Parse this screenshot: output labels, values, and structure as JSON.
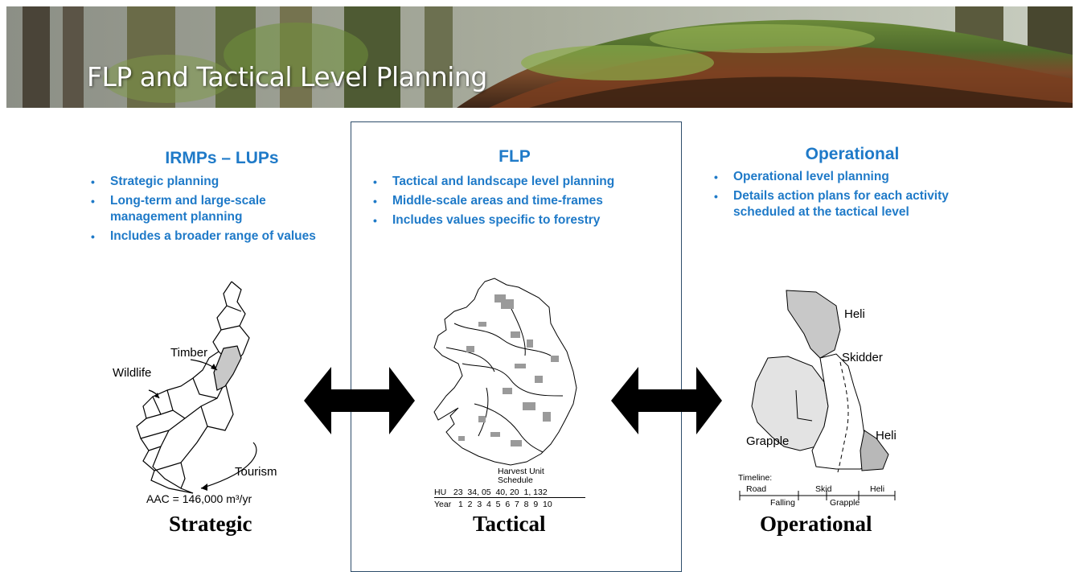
{
  "slide": {
    "title": "FLP and Tactical Level Planning"
  },
  "columns": [
    {
      "heading": "IRMPs – LUPs",
      "bullets": [
        "Strategic planning",
        "Long-term and large-scale management planning",
        "Includes a broader range of values"
      ]
    },
    {
      "heading": "FLP",
      "bullets": [
        "Tactical and landscape level planning",
        "Middle-scale areas and time-frames",
        "Includes values specific to forestry"
      ]
    },
    {
      "heading": "Operational",
      "bullets": [
        "Operational level planning",
        "Details action plans for each activity scheduled at the tactical level"
      ]
    }
  ],
  "strategic_map": {
    "labels": {
      "timber": "Timber",
      "wildlife": "Wildlife",
      "tourism": "Tourism"
    },
    "aac": "AAC = 146,000 m³/yr",
    "caption": "Strategic"
  },
  "tactical_map": {
    "schedule_title": "Harvest Unit\nSchedule",
    "hu_row": "HU   23  34, 05  40, 20  1, 132",
    "year_row": "Year   1  2  3  4  5  6  7  8  9  10",
    "caption": "Tactical"
  },
  "operational_map": {
    "labels": {
      "heli_top": "Heli",
      "skidder": "Skidder",
      "heli_bottom": "Heli",
      "grapple": "Grapple"
    },
    "timeline": {
      "title": "Timeline:",
      "road": "Road",
      "skid": "Skid",
      "heli": "Heli",
      "falling": "Falling",
      "grapple": "Grapple"
    },
    "caption": "Operational"
  },
  "colors": {
    "heading": "#1f7ac8",
    "box_border": "#2e4d6b",
    "arrow": "#000000"
  }
}
